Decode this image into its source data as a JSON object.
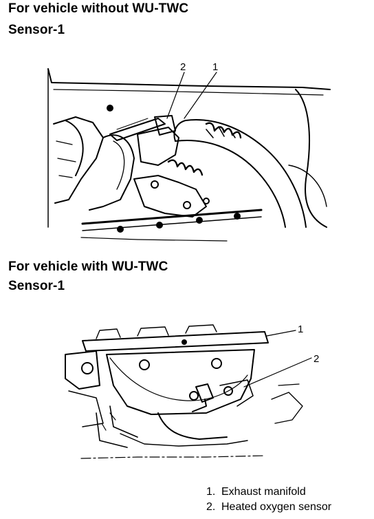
{
  "section_a": {
    "title": "For vehicle without WU-TWC",
    "subtitle": "Sensor-1",
    "callouts": [
      "2",
      "1"
    ]
  },
  "section_b": {
    "title": "For vehicle with WU-TWC",
    "subtitle": "Sensor-1",
    "callouts": [
      "1",
      "2"
    ]
  },
  "legend": {
    "items": [
      {
        "num": "1.",
        "label": "Exhaust manifold"
      },
      {
        "num": "2.",
        "label": "Heated oxygen sensor"
      }
    ]
  }
}
